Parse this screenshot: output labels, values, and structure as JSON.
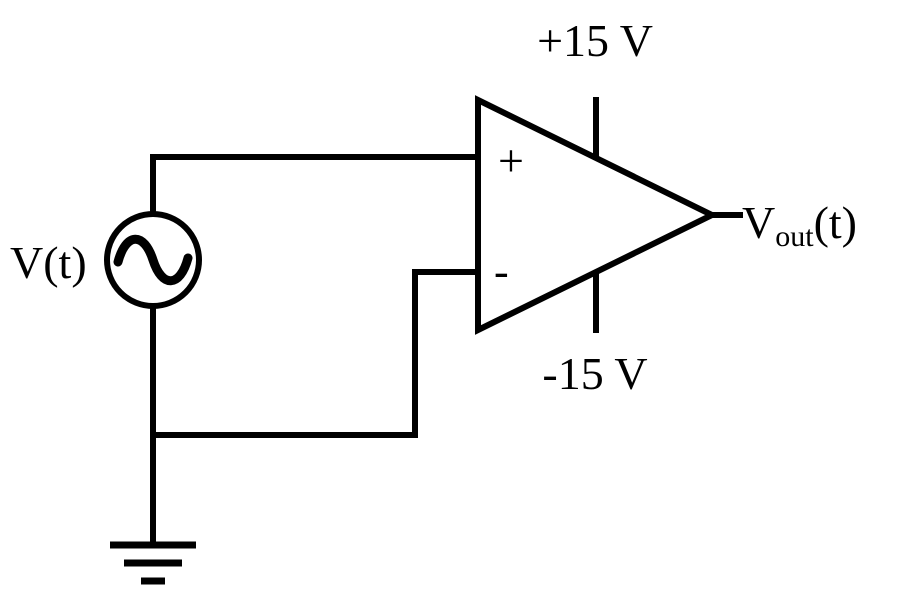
{
  "diagram": {
    "supply_positive": "+15 V",
    "supply_negative": "-15 V",
    "input_plus_sign": "+",
    "input_minus_sign": "-",
    "source_label": "V(t)",
    "output_label_main": "V",
    "output_label_sub": "out",
    "output_label_tail": "(t)"
  },
  "colors": {
    "ink": "#000000",
    "background": "#ffffff"
  }
}
